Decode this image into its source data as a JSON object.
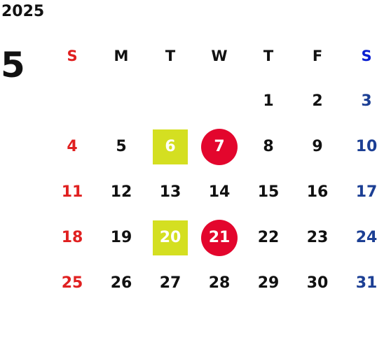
{
  "calendar": {
    "year": "2025",
    "month": "5",
    "weekdays": [
      "S",
      "M",
      "T",
      "W",
      "T",
      "F",
      "S"
    ],
    "weeks": [
      [
        "",
        "",
        "",
        "",
        "1",
        "2",
        "3"
      ],
      [
        "4",
        "5",
        "6",
        "7",
        "8",
        "9",
        "10"
      ],
      [
        "11",
        "12",
        "13",
        "14",
        "15",
        "16",
        "17"
      ],
      [
        "18",
        "19",
        "20",
        "21",
        "22",
        "23",
        "24"
      ],
      [
        "25",
        "26",
        "27",
        "28",
        "29",
        "30",
        "31"
      ]
    ],
    "highlights": {
      "square": [
        "6",
        "20"
      ],
      "circle": [
        "7",
        "21"
      ]
    }
  },
  "colors": {
    "text": "#111111",
    "sunday": "#e02020",
    "saturday": "#1c3f94",
    "saturday_header": "#0a1fd1",
    "square_highlight": "#d4df21",
    "circle_highlight": "#e3062d"
  }
}
